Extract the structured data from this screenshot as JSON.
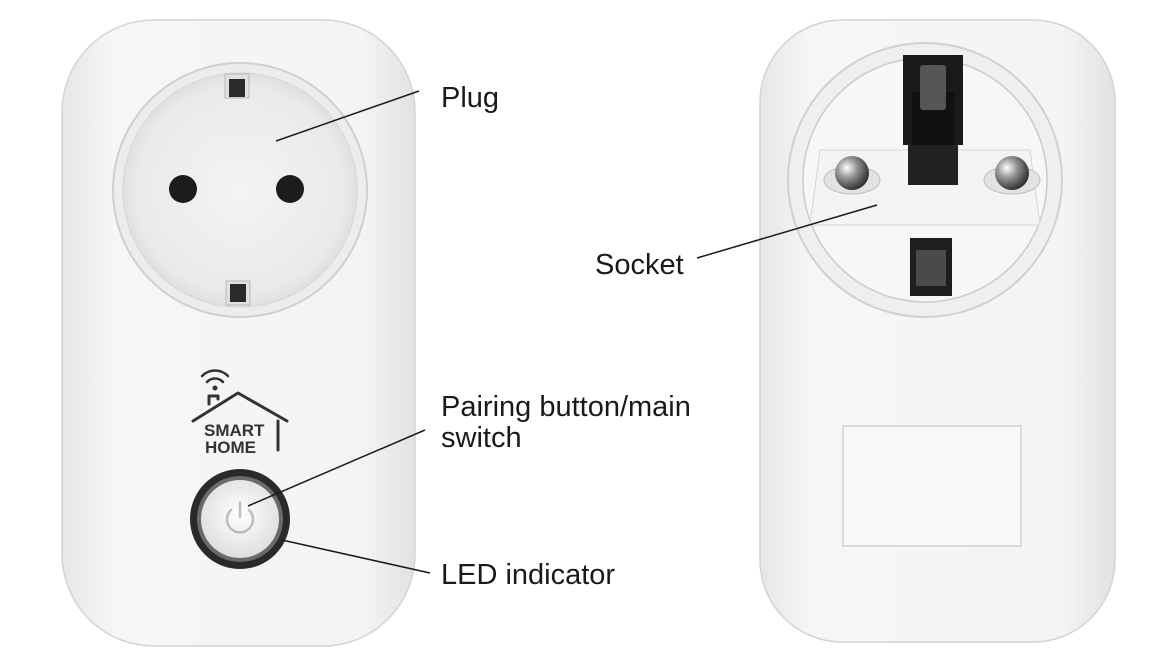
{
  "logo": {
    "line1": "SMART",
    "line2": "HOME"
  },
  "labels": {
    "plug": "Plug",
    "socket": "Socket",
    "pairing_line1": "Pairing button/main",
    "pairing_line2": "switch",
    "led": "LED indicator"
  },
  "colors": {
    "background": "#ffffff",
    "device_body": "#f2f2f2",
    "led_ring": "#2a2a2a",
    "leader_line": "#1a1a1a"
  }
}
